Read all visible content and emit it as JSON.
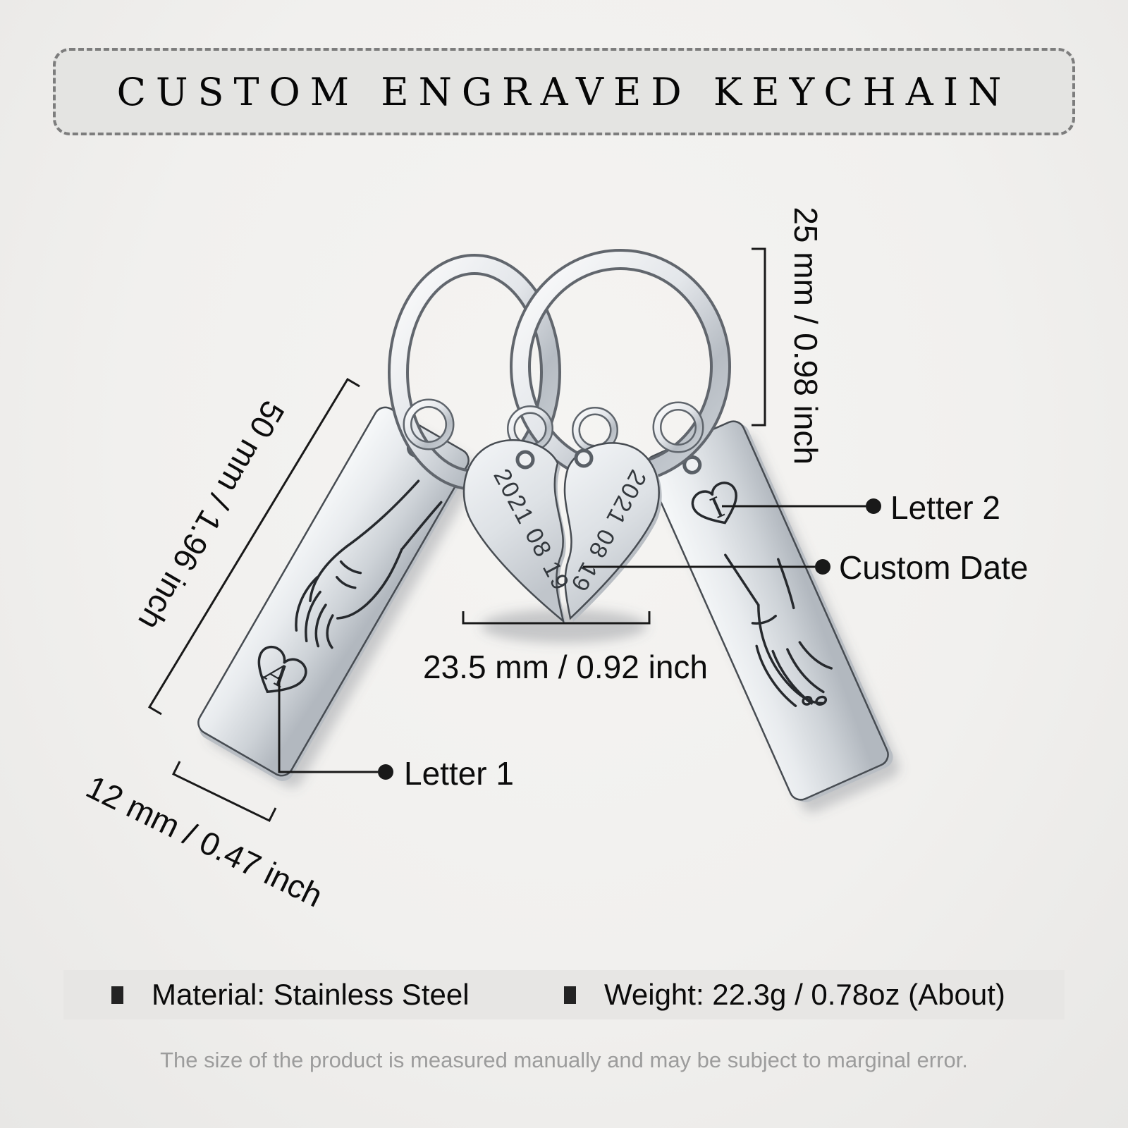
{
  "title": "CUSTOM ENGRAVED KEYCHAIN",
  "product": {
    "engraving_letter_1": "A",
    "engraving_letter_2": "I",
    "engraving_date_left": "2021 08 19",
    "engraving_date_right": "2021 08 19"
  },
  "dimensions": {
    "ring_diameter": "25 mm / 0.98 inch",
    "tag_length": "50 mm / 1.96 inch",
    "heart_width": "23.5 mm / 0.92 inch",
    "tag_width": "12 mm / 0.47 inch"
  },
  "callouts": {
    "letter_1": "Letter 1",
    "letter_2": "Letter 2",
    "custom_date": "Custom Date"
  },
  "specs": [
    {
      "label": "Material: Stainless Steel"
    },
    {
      "label": "Weight: 22.3g / 0.78oz (About)"
    }
  ],
  "footer_note": "The size of the product is measured manually and may be subject to marginal error.",
  "colors": {
    "background": "#f1f0ee",
    "title_panel": "#e4e4e2",
    "spec_bar": "#e7e6e4",
    "ink": "#0d0d0d",
    "muted_text": "#9c9c9c",
    "metal_light": "#f8fafb",
    "metal_dark": "#aeb4bb",
    "engraving": "#26292d"
  }
}
